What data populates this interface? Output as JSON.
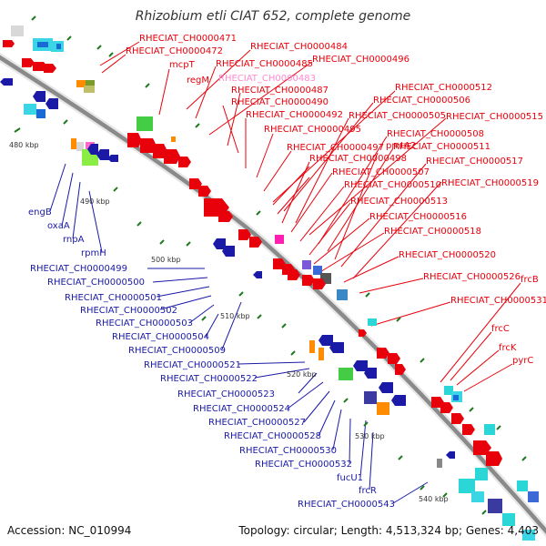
{
  "title": "Rhizobium etli CIAT 652, complete genome",
  "footer": {
    "accession": "Accession: NC_010994",
    "topology": "Topology: circular; Length: 4,513,324 bp; Genes: 4,403"
  },
  "colors": {
    "forward": "#e8000b",
    "reverse": "#1a1aa6",
    "highlight": "#ff8bd0",
    "backbone": "#8a8a8a",
    "tick": "#1f7a1f"
  },
  "kbp_labels": [
    "480 kbp",
    "490 kbp",
    "500 kbp",
    "510 kbp",
    "520 kbp",
    "530 kbp",
    "540 kbp"
  ],
  "upper_labels": [
    "RHECIAT_CH0000471",
    "RHECIAT_CH0000472",
    "RHECIAT_CH0000484",
    "mcpT",
    "RHECIAT_CH0000485",
    "RHECIAT_CH0000496",
    "regM",
    "RHECIAT_CH0000483",
    "RHECIAT_CH0000487",
    "RHECIAT_CH0000512",
    "RHECIAT_CH0000490",
    "RHECIAT_CH0000506",
    "RHECIAT_CH0000492",
    "RHECIAT_CH0000505",
    "RHECIAT_CH0000515",
    "RHECIAT_CH0000495",
    "RHECIAT_CH0000508",
    "pmtA2",
    "RHECIAT_CH0000497",
    "RHECIAT_CH0000511",
    "RHECIAT_CH0000498",
    "RHECIAT_CH0000517",
    "RHECIAT_CH0000507",
    "RHECIAT_CH0000510",
    "RHECIAT_CH0000519",
    "RHECIAT_CH0000513",
    "RHECIAT_CH0000516",
    "RHECIAT_CH0000518",
    "RHECIAT_CH0000520",
    "RHECIAT_CH0000526",
    "frcB",
    "RHECIAT_CH0000531",
    "frcC",
    "frcK",
    "pyrC"
  ],
  "lower_labels": [
    "engB",
    "oxaA",
    "rnpA",
    "rpmH",
    "RHECIAT_CH0000499",
    "RHECIAT_CH0000500",
    "RHECIAT_CH0000501",
    "RHECIAT_CH0000502",
    "RHECIAT_CH0000503",
    "RHECIAT_CH0000504",
    "RHECIAT_CH0000509",
    "RHECIAT_CH0000521",
    "RHECIAT_CH0000522",
    "RHECIAT_CH0000523",
    "RHECIAT_CH0000524",
    "RHECIAT_CH0000527",
    "RHECIAT_CH0000528",
    "RHECIAT_CH0000530",
    "RHECIAT_CH0000532",
    "fucU1",
    "frcR",
    "RHECIAT_CH0000543"
  ]
}
